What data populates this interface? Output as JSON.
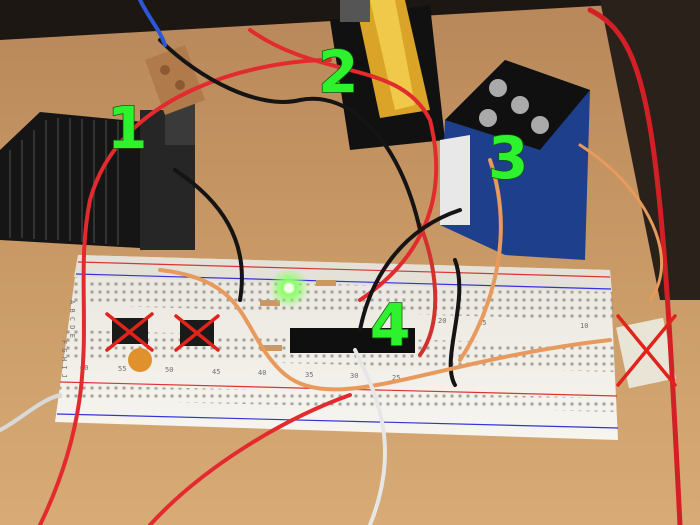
{
  "photo": {
    "component_labels": [
      "1",
      "2",
      "3",
      "4"
    ],
    "breadboard_marks": [
      "A B C D E",
      "F G H I J",
      "10",
      "15",
      "20",
      "25",
      "30",
      "35",
      "40",
      "45",
      "50",
      "55",
      "60"
    ],
    "colors": {
      "table": "#c99a66",
      "breadboard": "#f2f0ea",
      "label": "#2ef22e",
      "cross": "#e0231b",
      "wire_red": "#e32a2f",
      "wire_orange": "#e89a5c",
      "wire_black": "#141414",
      "heatsink": "#1e1e1e",
      "led": "#8dff6a"
    }
  }
}
